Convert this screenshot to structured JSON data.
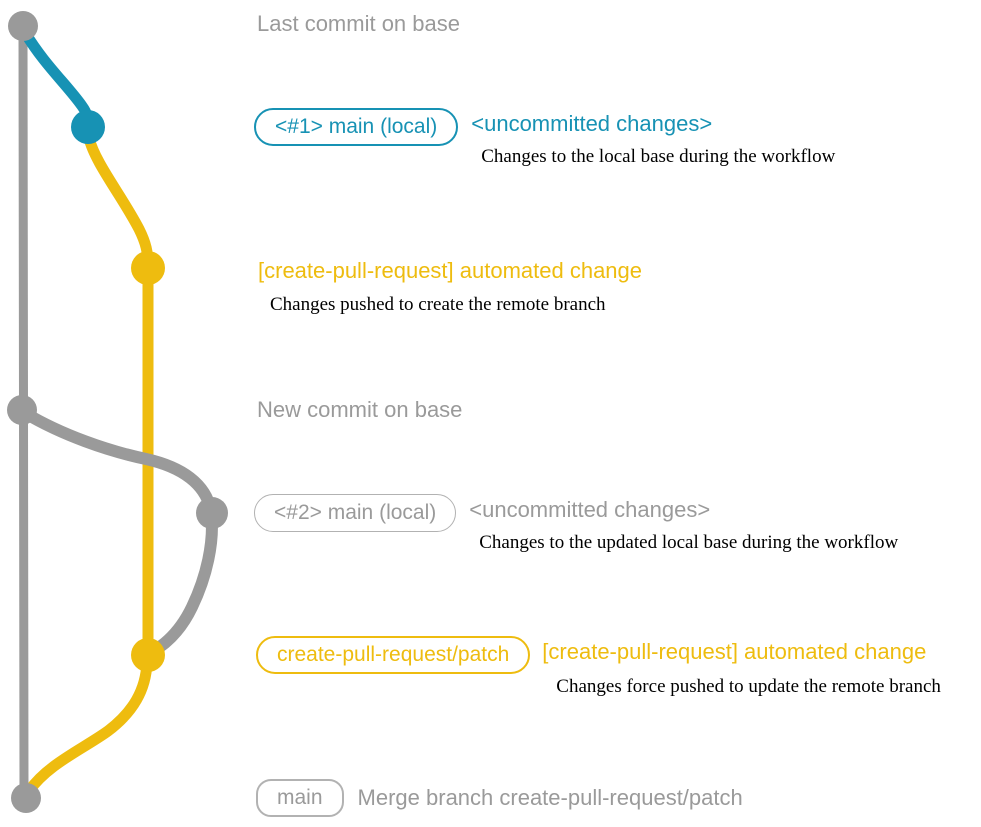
{
  "colors": {
    "gray": "#9a9a9a",
    "blue": "#1792b4",
    "yellow": "#eebc0f",
    "caption_black": "#000000"
  },
  "graph": {
    "branches": [
      {
        "name": "base",
        "color": "#9a9a9a"
      },
      {
        "name": "main (local)",
        "color": "#1792b4"
      },
      {
        "name": "create-pull-request/patch",
        "color": "#eebc0f"
      }
    ],
    "commits": [
      {
        "id": "last-commit-on-base",
        "color": "gray"
      },
      {
        "id": "main-local-commit-1",
        "color": "blue"
      },
      {
        "id": "patch-commit-1",
        "color": "yellow"
      },
      {
        "id": "new-commit-on-base",
        "color": "gray"
      },
      {
        "id": "main-local-commit-2",
        "color": "gray"
      },
      {
        "id": "patch-commit-2-force-push",
        "color": "yellow"
      },
      {
        "id": "merge-commit",
        "color": "gray"
      }
    ]
  },
  "annotations": {
    "row1": {
      "label": "Last commit on base"
    },
    "row2": {
      "pill": "<#1> main (local)",
      "title": "<uncommitted changes>",
      "caption": "Changes to the local base during the workflow"
    },
    "row3": {
      "title": "[create-pull-request] automated change",
      "caption": "Changes pushed to create the remote branch"
    },
    "row4": {
      "label": "New commit on base"
    },
    "row5": {
      "pill": "<#2> main (local)",
      "title": "<uncommitted changes>",
      "caption": "Changes to the updated local base during the workflow"
    },
    "row6": {
      "pill": "create-pull-request/patch",
      "title": "[create-pull-request] automated change",
      "caption": "Changes force pushed to update the remote branch"
    },
    "row7": {
      "pill": "main",
      "label": "Merge branch create-pull-request/patch"
    }
  }
}
